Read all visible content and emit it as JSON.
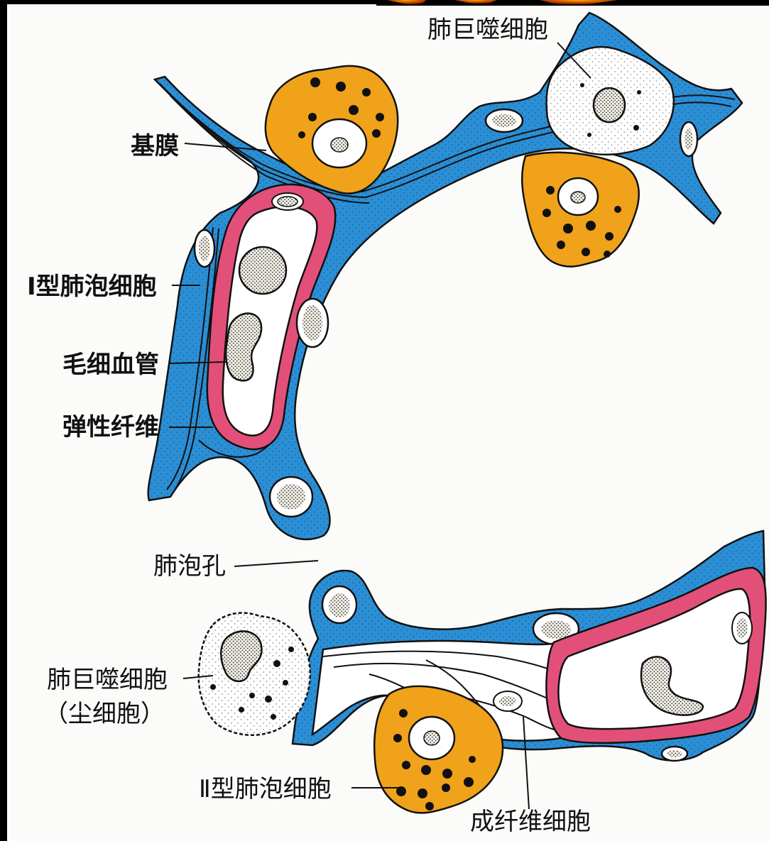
{
  "labels": {
    "alveolar_macrophage_top": "肺巨噬细胞",
    "basement_membrane": "基膜",
    "type1_alveolar_cell": "I型肺泡细胞",
    "capillary": "毛细血管",
    "elastic_fiber": "弹性纤维",
    "alveolar_pore": "肺泡孔",
    "alveolar_macrophage_bottom": "肺巨噬细胞",
    "dust_cell": "（尘细胞）",
    "type2_alveolar_cell": "Ⅱ型肺泡细胞",
    "fibroblast": "成纤维细胞"
  },
  "colors": {
    "type1_cell": "#2a8fd6",
    "type2_cell": "#f0a21a",
    "capillary_wall": "#e2507a",
    "outline": "#111111",
    "background": "#fbfbf9"
  }
}
